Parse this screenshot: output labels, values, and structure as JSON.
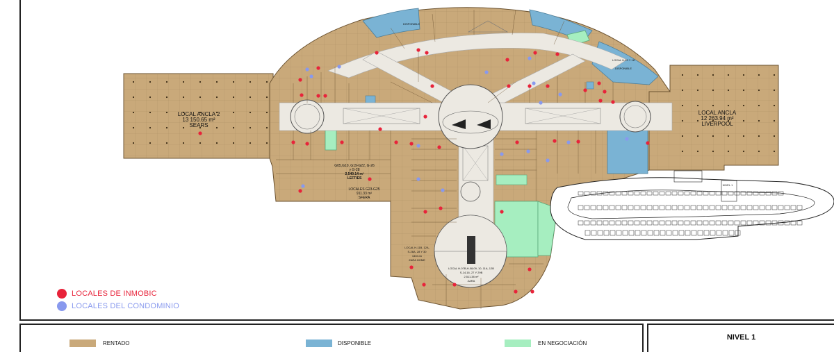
{
  "anchors": {
    "sears": {
      "line1": "LOCAL ANCLA 2",
      "line2": "13 150.65  m²",
      "line3": "SEARS"
    },
    "liverpool": {
      "line1": "LOCAL ANCLA",
      "line2": "12 263.94  m²",
      "line3": "LIVERPOOL"
    },
    "lefties": {
      "line1": "G05,G10, G19-G22, G-26",
      "line2": "y G-28",
      "line3": "2,540.14  m²",
      "line4": "LEFTIES"
    },
    "sfera": {
      "line1": "LOCALES G23-G25",
      "line2": "911.33  m²",
      "line3": "SFERA"
    },
    "zara_home": {
      "line1": "LOCAL H-11B, 12A,",
      "line2": "S-26A, 28 Y 30",
      "line3": "1404.11",
      "line4": "ZARA HOME"
    },
    "zara": {
      "line1": "LOCAL H-07B,H-08,09, 10, 11A, 12B",
      "line2": "S-14,16, 27 Y 29B",
      "line3": "2,511.38  m²",
      "line4": "ZARA"
    }
  },
  "labels": {
    "disponible_top": "DISPONIBLE",
    "disponible_right": "DISPONIBLE",
    "nivel_parking": "NIVEL 1",
    "local_u19": "LOCAL U-19 Y 18"
  },
  "markers": {
    "inmobic": {
      "label": "LOCALES DE INMOBIC",
      "color": "#e8233a"
    },
    "condominio": {
      "label": "LOCALES DEL CONDOMINIO",
      "color": "#8899ee"
    }
  },
  "legend": {
    "rentado": {
      "label": "RENTADO",
      "color": "#c9a97a"
    },
    "disponible": {
      "label": "DISPONIBLE",
      "color": "#7ab3d4"
    },
    "negociacion": {
      "label": "EN NEGOCIACIÓN",
      "color": "#a6eec0"
    }
  },
  "level": {
    "title": "NIVEL 1"
  }
}
